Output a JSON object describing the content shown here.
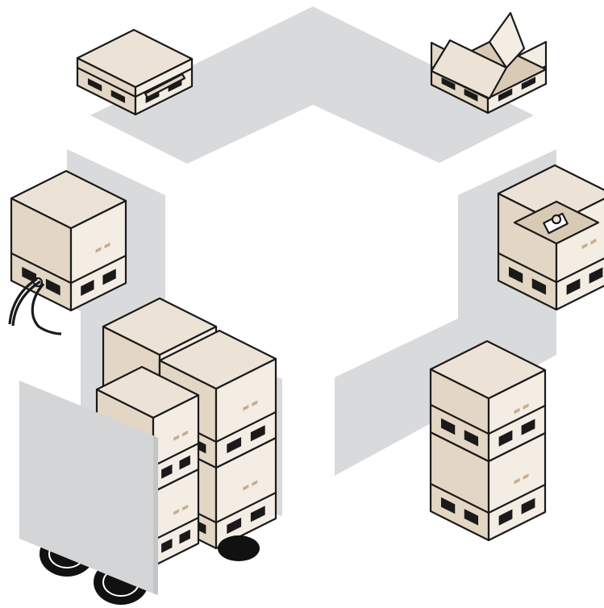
{
  "colors": {
    "background": "#ffffff",
    "path": "#d9dadc",
    "trailer": "#d4d5d7",
    "trailer_edge": "#c4c5c7",
    "box_top": "#ece3d6",
    "box_left": "#e3d6c4",
    "box_right": "#f3ede4",
    "lid_inner": "#d9cab5",
    "label_mark": "#c8ad8a",
    "pallet_slot": "#1a1a1a",
    "outline": "#1a1a1a",
    "wheel": "#111111",
    "cable": "#1a1a1a"
  },
  "scene": {
    "stations": [
      {
        "name": "flat-crate-top-left",
        "icon": "flat-crate-icon"
      },
      {
        "name": "open-lid-box-top-right",
        "icon": "open-box-icon"
      },
      {
        "name": "packed-box-right",
        "icon": "packed-box-icon"
      },
      {
        "name": "double-stack-bottom-right",
        "icon": "stacked-boxes-icon"
      },
      {
        "name": "loaded-trailer-bottom-left",
        "icon": "trailer-icon"
      },
      {
        "name": "powered-box-left",
        "icon": "powered-box-icon"
      }
    ]
  }
}
